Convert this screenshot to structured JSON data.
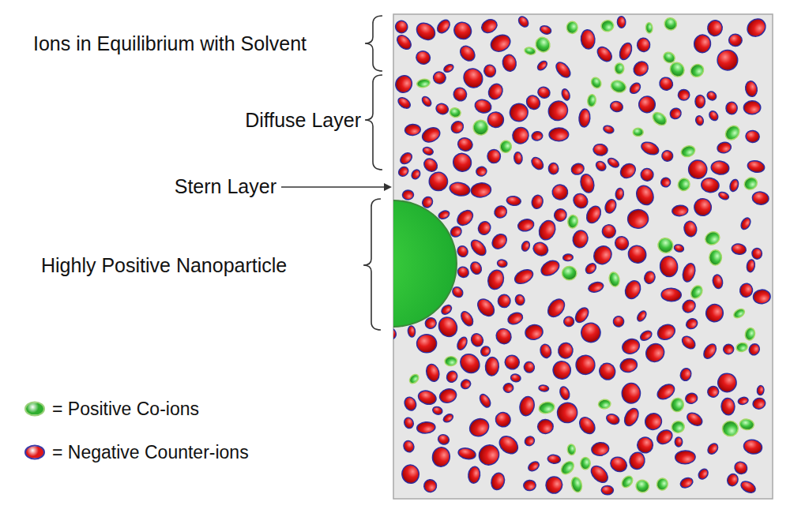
{
  "diagram": {
    "labels": [
      "Ions in Equilibrium with Solvent",
      "Diffuse Layer",
      "Stern Layer",
      "Highly Positive Nanoparticle"
    ],
    "legend": [
      {
        "text": "= Positive Co-ions",
        "color": "#2fae2f"
      },
      {
        "text": "= Negative Counter-ions",
        "color": "#e01818"
      }
    ]
  }
}
